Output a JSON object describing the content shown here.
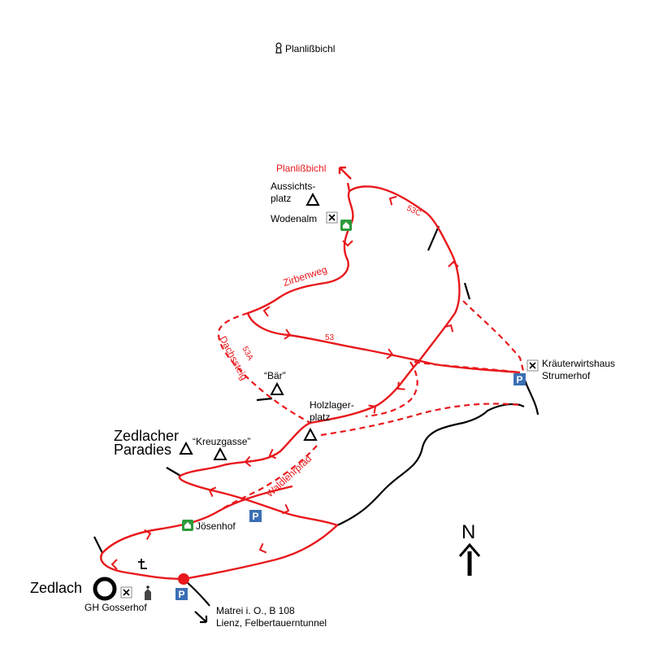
{
  "colors": {
    "route": "#e8181c",
    "road": "#000000",
    "parking": "#3a6fb5",
    "hut": "#2e9a3c"
  },
  "icons": {
    "summit": "triangle-summit-icon",
    "restaurant": "crossed-cutlery-icon",
    "parking": "parking-p-icon",
    "hut": "green-hut-icon",
    "church": "church-icon",
    "wayside_cross": "wayside-cross-icon",
    "viewpoint": "keyhole-viewpoint-icon",
    "village": "village-circle-icon",
    "start": "red-start-dot-icon",
    "north_arrow": "north-arrow-icon",
    "direction_arrow": "direction-arrow-icon"
  },
  "labels": {
    "planlissbichl_top": "Planlißbichl",
    "planlissbichl_route": "Planlißbichl",
    "aussichtsplatz": "Aussichts-\nplatz",
    "wodenalm": "Wodenalm",
    "zirbenweg": "Zirbenweg",
    "route_53": "53",
    "route_53a": "53A",
    "route_53c": "53C",
    "dachssteig": "Dachssteig",
    "baer": "“Bär”",
    "holzlagerplatz": "Holzlager-\nplatz",
    "kraeuterwirtshaus": "Kräuterwirtshaus\nStrumerhof",
    "zedlacher_paradies": "Zedlacher\nParadies",
    "kreuzgasse": "“Kreuzgasse”",
    "waldlehrpfad": "Waldlehrpfad",
    "joesenhof": "Jösenhof",
    "zedlach": "Zedlach",
    "gh_gosserhof": "GH Gosserhof",
    "matrei": "Matrei i. O., B 108\nLienz, Felbertauerntunnel",
    "north": "N",
    "parking": "P"
  }
}
